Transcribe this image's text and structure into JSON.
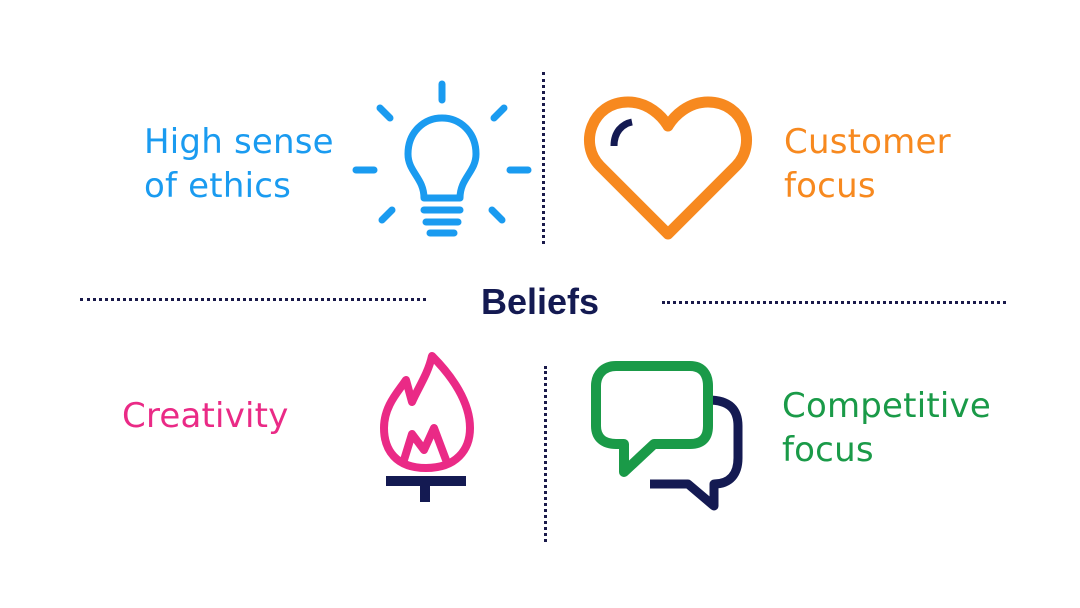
{
  "title": "Beliefs",
  "quadrants": {
    "top_left": {
      "line1": "High sense",
      "line2": "of ethics",
      "icon": "lightbulb-icon",
      "color": "#1a9bf0"
    },
    "top_right": {
      "line1": "Customer",
      "line2": "focus",
      "icon": "heart-icon",
      "color": "#f7891f"
    },
    "bottom_left": {
      "line1": "Creativity",
      "icon": "flame-icon",
      "color": "#ea2a86"
    },
    "bottom_right": {
      "line1": "Competitive",
      "line2": "focus",
      "icon": "speech-bubbles-icon",
      "color": "#1a9a48"
    }
  },
  "colors": {
    "navy": "#141a52",
    "blue": "#1a9bf0",
    "orange": "#f7891f",
    "pink": "#ea2a86",
    "green": "#1a9a48"
  }
}
